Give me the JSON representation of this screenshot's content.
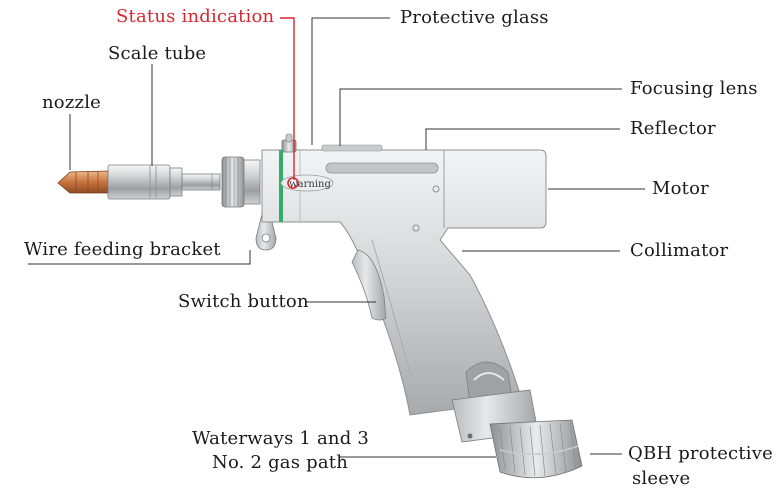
{
  "labels": {
    "status_indication": "Status indication",
    "protective_glass": "Protective glass",
    "scale_tube": "Scale tube",
    "focusing_lens": "Focusing lens",
    "nozzle": "nozzle",
    "reflector": "Reflector",
    "motor": "Motor",
    "wire_feeding_bracket": "Wire feeding bracket",
    "collimator": "Collimator",
    "switch_button": "Switch button",
    "waterways_line1": "Waterways 1 and 3",
    "waterways_line2": "No. 2 gas path",
    "qbh_line1": "QBH protective",
    "qbh_line2": "sleeve"
  },
  "device": {
    "indicator_text": "warning"
  },
  "colors": {
    "text": "#1a1a1a",
    "status_accent": "#d8262e",
    "leader_line": "#333333",
    "indicator_ring": "#2fae6a",
    "nozzle_copper": "#c8743e",
    "body_metal": "#d4d6d8"
  }
}
